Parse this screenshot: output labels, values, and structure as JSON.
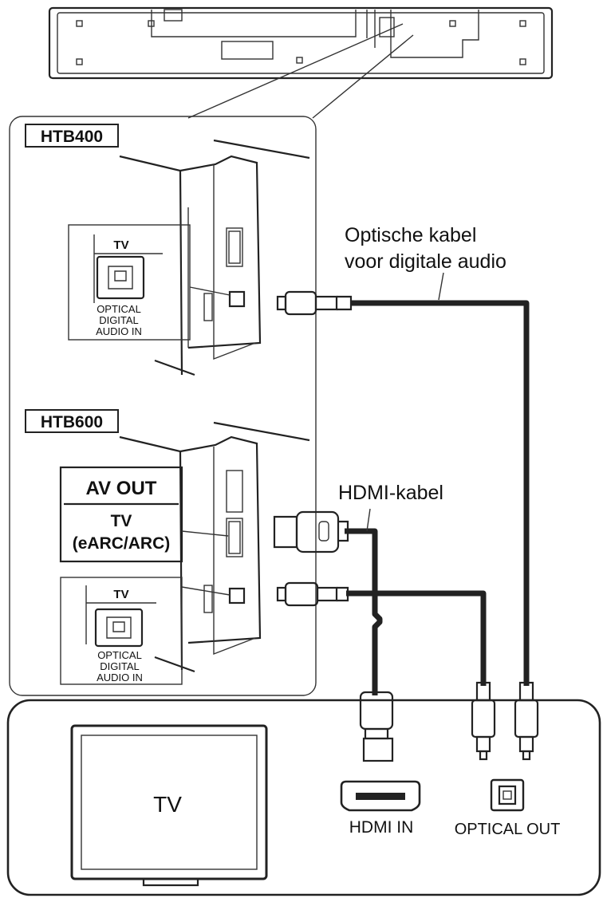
{
  "models": {
    "htb400": "HTB400",
    "htb600": "HTB600"
  },
  "ports": {
    "optical_tv_label": "TV",
    "optical_line1": "OPTICAL",
    "optical_line2": "DIGITAL",
    "optical_line3": "AUDIO IN",
    "av_out": "AV OUT",
    "av_tv": "TV",
    "av_earc": "(eARC/ARC)"
  },
  "cables": {
    "optical_line1": "Optische kabel",
    "optical_line2": "voor digitale audio",
    "hdmi": "HDMI-kabel"
  },
  "tv": {
    "screen_label": "TV",
    "hdmi_in": "HDMI IN",
    "optical_out": "OPTICAL OUT"
  }
}
